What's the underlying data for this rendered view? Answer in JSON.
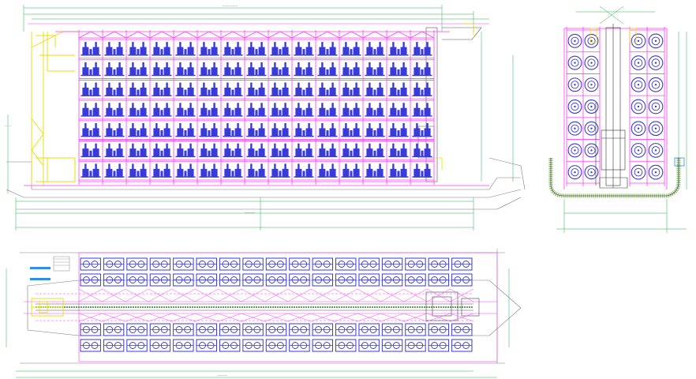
{
  "drawing": {
    "colors": {
      "rack": "#ff3cff",
      "pallet": "#3a3ad8",
      "dimension": "#22b14c",
      "crane": "#e8e000",
      "hull": "#7a7a7a",
      "background": "#ffffff",
      "conveyor": "#2f8fe8"
    },
    "elevation_grid": {
      "columns": 15,
      "rows": 7
    },
    "side_view_grid": {
      "columns": 2,
      "rows": 7
    },
    "plan_grid": {
      "columns": 17,
      "rows_per_block": 2,
      "blocks": 2
    },
    "views": [
      "front-elevation",
      "side-section",
      "plan-view"
    ]
  }
}
